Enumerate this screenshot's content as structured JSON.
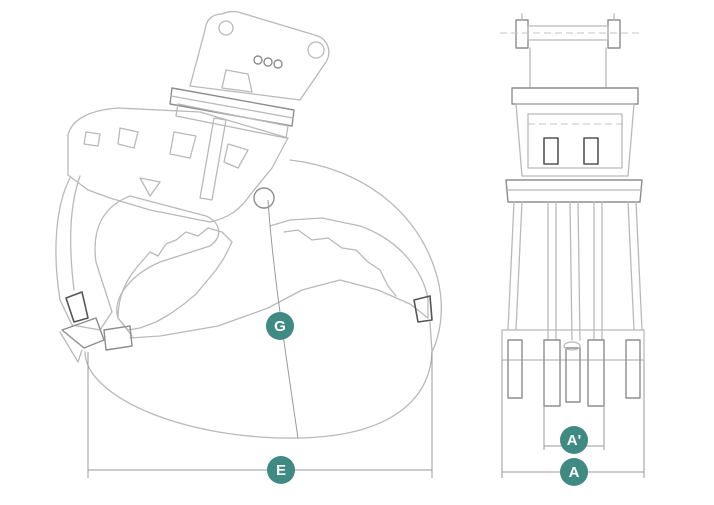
{
  "labels": {
    "G": "G",
    "E": "E",
    "A_prime": "A'",
    "A": "A"
  },
  "colors": {
    "badge": "#3f8a83",
    "line": "#b9b9b9"
  }
}
